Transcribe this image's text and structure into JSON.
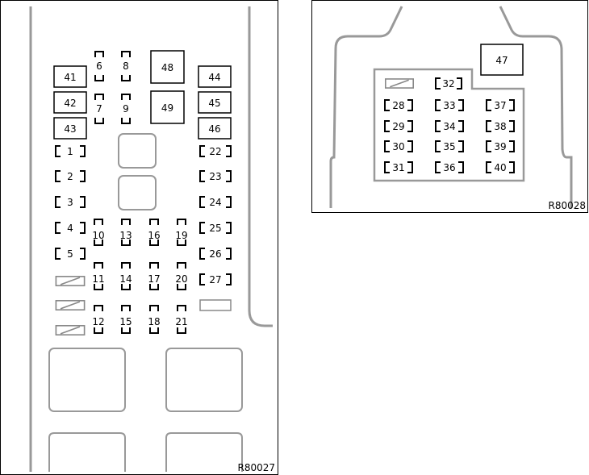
{
  "left_panel": {
    "figure_code": "R80027",
    "relays_left": [
      "41",
      "42",
      "43"
    ],
    "relays_right": [
      "44",
      "45",
      "46"
    ],
    "relays_center": [
      "48",
      "49"
    ],
    "mini_fuses_top": [
      "6",
      "7",
      "8",
      "9"
    ],
    "fuses_left_column": [
      "1",
      "2",
      "3",
      "4",
      "5"
    ],
    "fuses_right_column": [
      "22",
      "23",
      "24",
      "25",
      "26",
      "27"
    ],
    "mini_fuses_grid": [
      "10",
      "13",
      "16",
      "19",
      "11",
      "14",
      "17",
      "20",
      "12",
      "15",
      "18",
      "21"
    ]
  },
  "right_panel": {
    "figure_code": "R80028",
    "relay": "47",
    "fuses": [
      "32",
      "28",
      "33",
      "37",
      "29",
      "34",
      "38",
      "30",
      "35",
      "39",
      "31",
      "36",
      "40"
    ]
  }
}
